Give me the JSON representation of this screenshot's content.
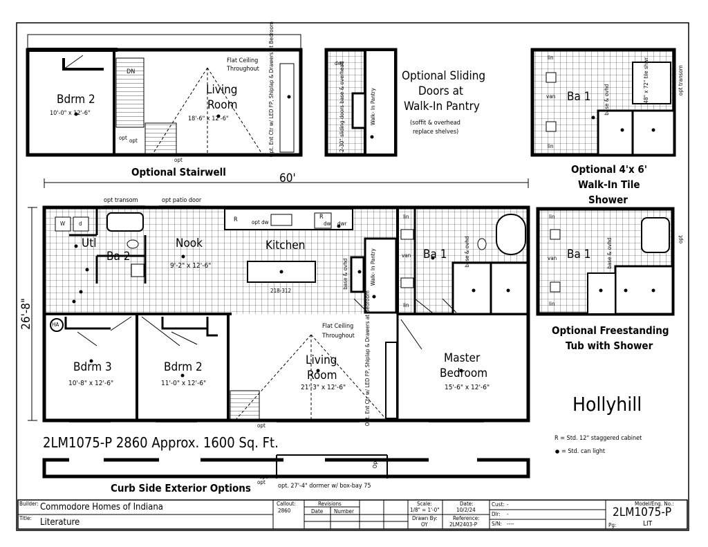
{
  "top_left_inset": {
    "caption": "Optional Stairwell",
    "bdrm2_name": "Bdrm 2",
    "bdrm2_size": "10'-0\" x 12'-6\"",
    "dn": "DN",
    "living_name_1": "Living",
    "living_name_2": "Room",
    "living_size": "18'-6\" x 12'-6\"",
    "flat_ceiling_1": "Flat Ceiling",
    "flat_ceiling_2": "Throughout",
    "fp_note": "Opt. Ent Ctr w/ LED FP, Shiplap & Drawers at Bedroom",
    "opt_a": "opt",
    "opt_b": "opt",
    "opt_c": "opt"
  },
  "top_middle_inset": {
    "title_1": "Optional Sliding",
    "title_2": "Doors at",
    "title_3": "Walk-In Pantry",
    "note_1": "(soffit & overhead",
    "note_2": "replace shelves)",
    "doors_note": "2-30\" sliding doors base & overhead",
    "pantry_label": "Walk- In Pantry",
    "dwr": "dwr"
  },
  "top_right_inset": {
    "caption_1": "Optional 4'x 6'",
    "caption_2": "Walk-In Tile",
    "caption_3": "Shower",
    "ba1": "Ba 1",
    "lin1": "lin",
    "lin2": "lin",
    "van": "van",
    "shower": "48\" x 72\" tile shwr",
    "opt_transom": "opt transom",
    "base_ovhd": "base & ovhd"
  },
  "mid_right_inset": {
    "caption_1": "Optional Freestanding",
    "caption_2": "Tub with Shower",
    "ba1": "Ba 1",
    "lin1": "lin",
    "lin2": "lin",
    "van": "van",
    "opt": "opt",
    "base_ovhd": "base & ovhd"
  },
  "main_plan": {
    "width_dim": "60'",
    "depth_dim": "26'-8\"",
    "opt_transom": "opt transom",
    "opt_patio_door": "opt patio door",
    "w": "W",
    "d": "d",
    "r": "R",
    "r2": "R",
    "opt_dw": "opt dw",
    "dw": "dw",
    "dwr": "dwr",
    "ha": "HA",
    "utl": "Utl",
    "ba2": "Ba 2",
    "nook": "Nook",
    "nook_size": "9'-2\" x 12'-6\"",
    "kitchen": "Kitchen",
    "island": "218-312",
    "base_ovhd": "base & ovhd",
    "walk_in_pantry": "Walk- In Pantry",
    "ba1": "Ba 1",
    "lin1": "lin",
    "lin2": "lin",
    "van": "van",
    "bath_base_ovhd": "base & ovhd",
    "flat_ceiling_1": "Flat Ceiling",
    "flat_ceiling_2": "Throughout",
    "bdrm3": "Bdrm 3",
    "bdrm3_size": "10'-8\" x 12'-6\"",
    "bdrm2": "Bdrm 2",
    "bdrm2_size": "11'-0\" x 12'-6\"",
    "living_1": "Living",
    "living_2": "Room",
    "living_size": "21'-3\" x 12'-6\"",
    "master_1": "Master",
    "master_2": "Bedroom",
    "master_size": "15'-6\" x 12'-6\"",
    "fp_note": "Opt. Ent Ctr w/ LED FP, Shiplap & Drawers at Bedroom",
    "opt": "opt"
  },
  "model_title": "2LM1075-P 2860 Approx. 1600 Sq. Ft.",
  "plan_name": "Hollyhill",
  "legend": {
    "r_note": "R = Std. 12\" staggered cabinet",
    "light_note": "= Std. can light"
  },
  "exterior": {
    "caption": "Curb Side Exterior Options",
    "dormer": "opt. 27'-4\" dormer w/ box-bay 75",
    "opt_a": "opt",
    "opt_b": "opt",
    "op": "Op"
  },
  "title_block": {
    "builder_label": "Builder:",
    "builder": "Commodore Homes of Indiana",
    "title_label": "Title:",
    "title": "Literature",
    "callout_label": "Callout:",
    "callout": "2860",
    "revisions_label": "Revisions",
    "date_col": "Date",
    "number_col": "Number",
    "scale_label": "Scale:",
    "scale": "1/8\" = 1'-0\"",
    "drawn_label": "Drawn By:",
    "drawn": "OY",
    "date_label": "Date:",
    "date": "10/2/24",
    "reference_label": "Reference:",
    "reference": "2LM2403-P",
    "cust_label": "Cust:",
    "cust": "-",
    "dlr_label": "Dlr:",
    "dlr": "-",
    "sn_label": "S/N:",
    "sn": "----",
    "model_label": "Model/Eng. No.:",
    "model": "2LM1075-P",
    "pg_label": "Pg:",
    "pg": "LIT"
  }
}
